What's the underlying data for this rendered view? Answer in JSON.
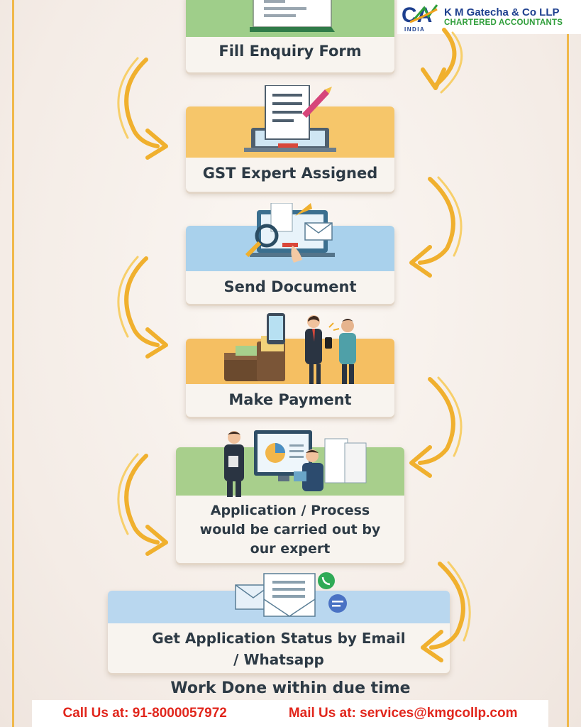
{
  "brand": {
    "name": "K M Gatecha & Co LLP",
    "subtitle": "CHARTERED ACCOUNTANTS",
    "country": "INDIA",
    "mark": "CA",
    "colors": {
      "blue": "#1d3f8e",
      "green": "#2f9e3a",
      "orange": "#f0a21e"
    }
  },
  "steps": [
    {
      "label": "Fill Enquiry Form",
      "icon": "form-document-icon",
      "band_color": "#9fce8a"
    },
    {
      "label": "GST Expert Assigned",
      "icon": "laptop-document-pen-icon",
      "band_color": "#f6c66a"
    },
    {
      "label": "Send Document",
      "icon": "laptop-magnifier-email-icon",
      "band_color": "#a9d1ec"
    },
    {
      "label": "Make Payment",
      "icon": "wallet-payment-people-icon",
      "band_color": "#f5bf62"
    },
    {
      "label_lines": [
        "Application / Process",
        "would be carried out by",
        "our expert"
      ],
      "icon": "experts-presentation-icon",
      "band_color": "#a8cf8c"
    },
    {
      "label_lines": [
        "Get Application Status by Email",
        "/ Whatsapp"
      ],
      "icon": "email-whatsapp-icon",
      "band_color": "#b9d7ef"
    }
  ],
  "footer": {
    "tagline": "Work Done within due time",
    "call": "Call Us at: 91-8000057972",
    "mail": "Mail Us at: services@kmgcollp.com"
  },
  "arrow_color": "#f0b02e"
}
